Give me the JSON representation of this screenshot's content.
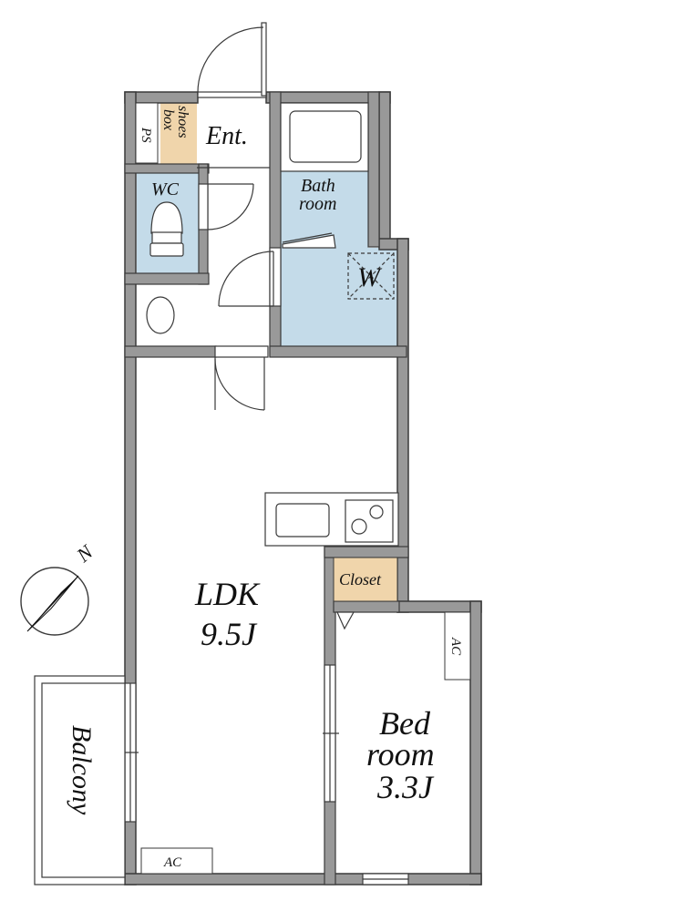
{
  "rooms": {
    "ps": "PS",
    "shoes_box_line1": "shoes",
    "shoes_box_line2": "box",
    "entrance": "Ent.",
    "wc": "WC",
    "bath_line1": "Bath",
    "bath_line2": "room",
    "washer": "W",
    "ldk_name": "LDK",
    "ldk_size": "9.5J",
    "closet": "Closet",
    "ac_bedroom": "AC",
    "ac_ldk": "AC",
    "bed_line1": "Bed",
    "bed_line2": "room",
    "bed_size": "3.3J",
    "balcony": "Balcony"
  },
  "compass": {
    "north": "N"
  },
  "colors": {
    "wall": "#999999",
    "wall_outline": "#3a3a3a",
    "water_area": "#c4dbe9",
    "storage": "#f0d5ab",
    "floor": "#ffffff"
  }
}
